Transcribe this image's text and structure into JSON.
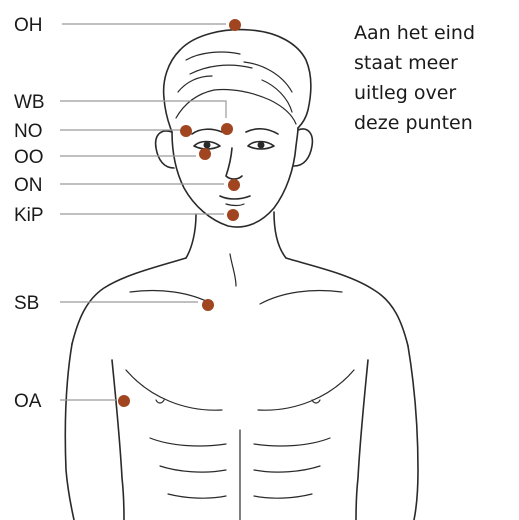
{
  "points": [
    {
      "label": "OH"
    },
    {
      "label": "WB"
    },
    {
      "label": "NO"
    },
    {
      "label": "OO"
    },
    {
      "label": "ON"
    },
    {
      "label": "KiP"
    },
    {
      "label": "SB"
    },
    {
      "label": "OA"
    }
  ],
  "note_lines": [
    "Aan het eind",
    "staat meer",
    "uitleg over",
    "deze punten"
  ],
  "colors": {
    "point": "#a0451f",
    "leader": "#9a9a9a",
    "line": "#2a2a2a"
  }
}
